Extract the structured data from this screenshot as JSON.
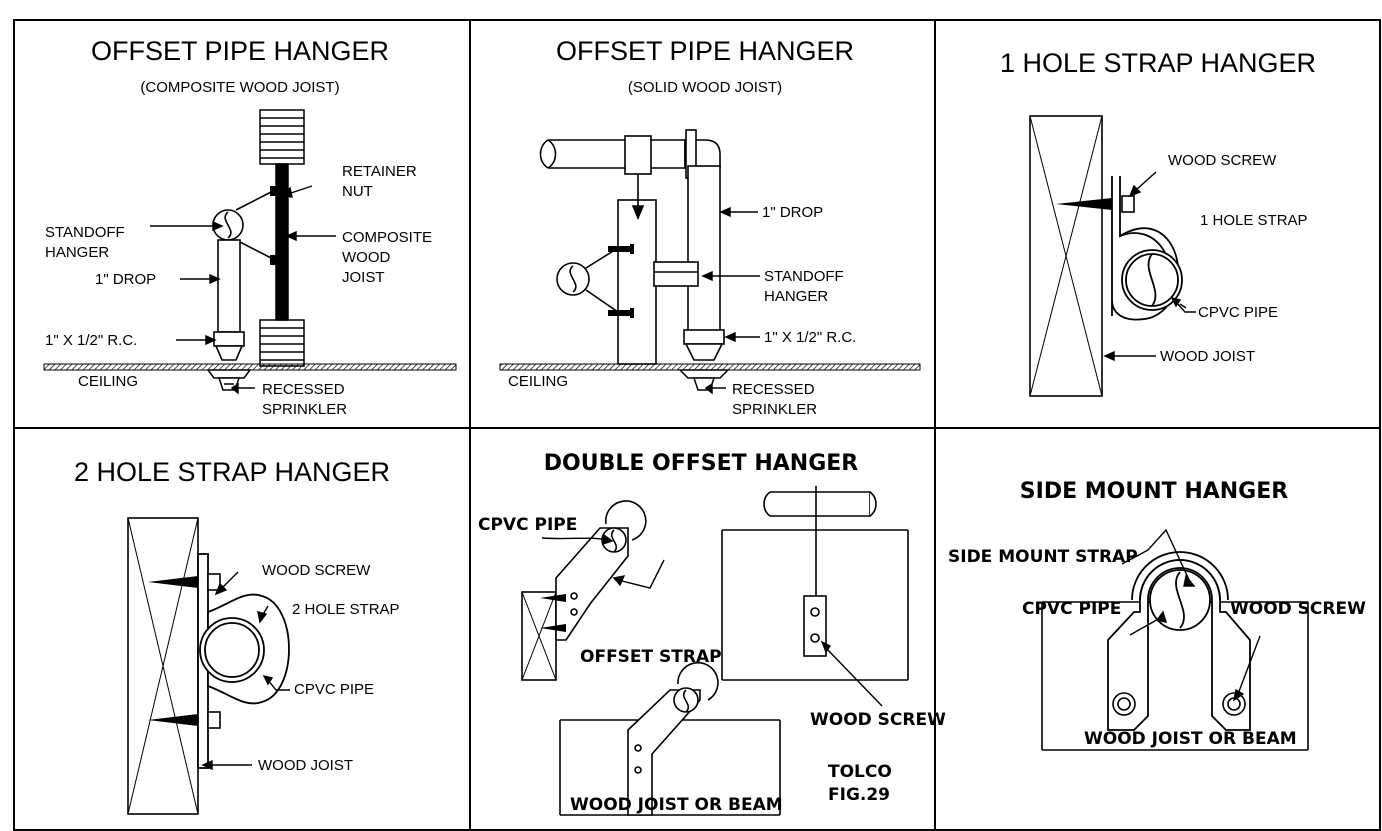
{
  "panels": {
    "p1": {
      "title": "OFFSET PIPE HANGER",
      "subtitle": "(COMPOSITE WOOD JOIST)",
      "labels": {
        "retainer_1": "RETAINER",
        "retainer_2": "NUT",
        "standoff_1": "STANDOFF",
        "standoff_2": "HANGER",
        "composite_1": "COMPOSITE",
        "composite_2": "WOOD",
        "composite_3": "JOIST",
        "drop": "1\" DROP",
        "rc": "1\" X 1/2\" R.C.",
        "ceiling": "CEILING",
        "recessed_1": "RECESSED",
        "recessed_2": "SPRINKLER"
      }
    },
    "p2": {
      "title": "OFFSET PIPE HANGER",
      "subtitle": "(SOLID WOOD JOIST)",
      "labels": {
        "drop": "1\" DROP",
        "standoff_1": "STANDOFF",
        "standoff_2": "HANGER",
        "rc": "1\" X 1/2\" R.C.",
        "ceiling": "CEILING",
        "recessed_1": "RECESSED",
        "recessed_2": "SPRINKLER"
      }
    },
    "p3": {
      "title": "1 HOLE STRAP HANGER",
      "labels": {
        "screw": "WOOD SCREW",
        "strap": "1 HOLE STRAP",
        "pipe": "CPVC PIPE",
        "joist": "WOOD JOIST"
      }
    },
    "p4": {
      "title": "2 HOLE STRAP HANGER",
      "labels": {
        "screw": "WOOD SCREW",
        "strap": "2 HOLE STRAP",
        "pipe": "CPVC PIPE",
        "joist": "WOOD JOIST"
      }
    },
    "p5": {
      "title": "DOUBLE OFFSET HANGER",
      "labels": {
        "pipe": "CPVC PIPE",
        "strap": "OFFSET STRAP",
        "screw": "WOOD SCREW",
        "joist": "WOOD JOIST OR BEAM",
        "tolco_1": "TOLCO",
        "tolco_2": "FIG.29"
      }
    },
    "p6": {
      "title": "SIDE MOUNT HANGER",
      "labels": {
        "strap": "SIDE MOUNT STRAP",
        "pipe": "CPVC PIPE",
        "screw": "WOOD SCREW",
        "joist": "WOOD JOIST OR BEAM"
      }
    }
  }
}
